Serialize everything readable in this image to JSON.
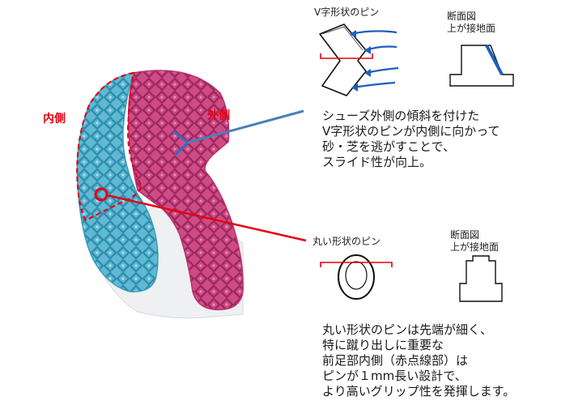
{
  "labels": {
    "inner": "内側",
    "outer": "外側"
  },
  "v_pin": {
    "title": "V字形状のピン",
    "section_title_line1": "断面図",
    "section_title_line2": "上が接地面",
    "description": [
      "シューズ外側の傾斜を付けた",
      "V字形状のピンが内側に向かって",
      "砂・芝を逃がすことで、",
      "スライド性が向上。"
    ]
  },
  "round_pin": {
    "title": "丸い形状のピン",
    "section_title_line1": "断面図",
    "section_title_line2": "上が接地面",
    "description": [
      "丸い形状のピンは先端が細く、",
      "特に蹴り出しに重要な",
      "前足部内側（赤点線部）は",
      "ピンが１mm長い設計で、",
      "より高いグリップ性を発揮します。"
    ]
  },
  "colors": {
    "inner_sole": "#5fb9d3",
    "outer_sole": "#cf4b86",
    "marker_red": "#e60012",
    "v_arrow_blue": "#2e6fc4",
    "pointer_blue": "#4a7fb8",
    "flow_arrow_blue": "#1f5fbf"
  }
}
